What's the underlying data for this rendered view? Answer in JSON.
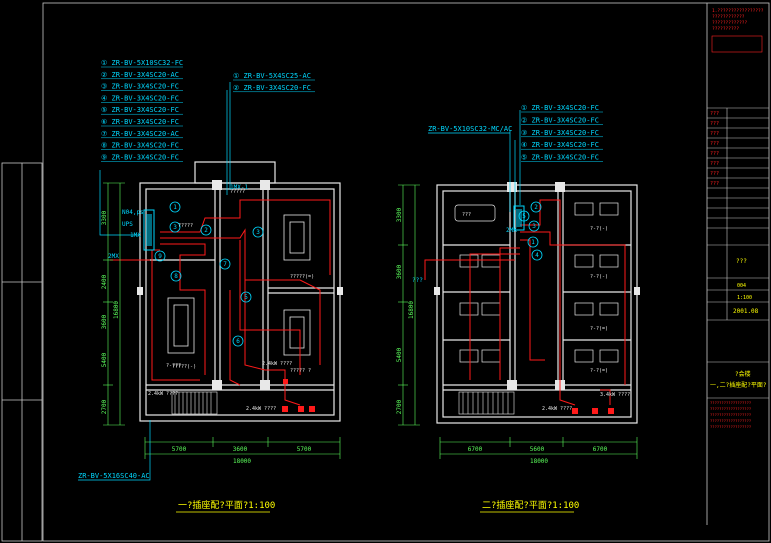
{
  "colors": {
    "background": "#000000",
    "wall": "#e8e8e8",
    "cable_label": "#00d8ff",
    "power_line": "#ff1a1a",
    "dimension": "#5cff5c",
    "frame": "#c8c8c8",
    "title_red": "#ff2020",
    "title_yellow": "#ffff00"
  },
  "plan1": {
    "title": "一?插座配?平面?1:100",
    "cables": [
      {
        "no": "①",
        "spec": "ZR-BV-5X10SC32-FC"
      },
      {
        "no": "②",
        "spec": "ZR-BV-3X4SC20-AC"
      },
      {
        "no": "③",
        "spec": "ZR-BV-3X4SC20-FC"
      },
      {
        "no": "④",
        "spec": "ZR-BV-3X4SC20-FC"
      },
      {
        "no": "⑤",
        "spec": "ZR-BV-3X4SC20-FC"
      },
      {
        "no": "⑥",
        "spec": "ZR-BV-3X4SC20-FC"
      },
      {
        "no": "⑦",
        "spec": "ZR-BV-3X4SC20-AC"
      },
      {
        "no": "⑧",
        "spec": "ZR-BV-3X4SC20-FC"
      },
      {
        "no": "⑨",
        "spec": "ZR-BV-3X4SC20-FC"
      }
    ],
    "cables_right": [
      {
        "no": "①",
        "spec": "ZR-BV-5X4SC25-AC"
      },
      {
        "no": "②",
        "spec": "ZR-BV-3X4SC20-FC"
      }
    ],
    "incoming": "ZR-BV-5X16SC40-AC",
    "panel_labels": [
      "N04,ps",
      "UPS",
      "1MX",
      "2MX",
      "1MX-1"
    ],
    "room_labels": [
      "?????(-)",
      "?????(=)",
      "????? ?",
      "?????",
      "?????"
    ],
    "callouts": [
      "?",
      "?",
      "?"
    ],
    "dims_bottom": [
      "5700",
      "3600",
      "5700"
    ],
    "dim_total": "18000",
    "dims_left": [
      "3300",
      "2400",
      "16800",
      "3600",
      "5400",
      "2700"
    ],
    "misc_labels": [
      "2.4kW ????",
      "2.4kW ????",
      "2.4kW ????",
      "?-???"
    ]
  },
  "plan2": {
    "title": "二?插座配?平面?1:100",
    "cables": [
      {
        "no": "①",
        "spec": "ZR-BV-3X4SC20-FC"
      },
      {
        "no": "②",
        "spec": "ZR-BV-3X4SC20-FC"
      },
      {
        "no": "③",
        "spec": "ZR-BV-3X4SC20-FC"
      },
      {
        "no": "④",
        "spec": "ZR-BV-3X4SC20-FC"
      },
      {
        "no": "⑤",
        "spec": "ZR-BV-3X4SC20-FC"
      }
    ],
    "incoming": "ZR-BV-5X10SC32-MC/AC",
    "panel_labels": [
      "2MX",
      "???"
    ],
    "room_labels": [
      "?-?(-)",
      "?-?(-)",
      "?-?(=)",
      "?-?(=)",
      "???"
    ],
    "dims_bottom": [
      "6700",
      "5600",
      "6700"
    ],
    "dim_total": "18000",
    "dims_left": [
      "3300",
      "16800",
      "3600",
      "5400",
      "2700"
    ],
    "misc_labels": [
      "2.4kW ????",
      "3.4kW ????"
    ]
  },
  "titleblock": {
    "top_notes": [
      "1.?????????????????",
      "????????????",
      "?????????????",
      "??????????"
    ],
    "rows": [
      "???",
      "???",
      "???",
      "???",
      "???",
      "???",
      "???",
      "???"
    ],
    "name_label": "???",
    "code": "004",
    "scale": "1:100",
    "date": "2001.08",
    "drawing_title_1": "?会楼",
    "drawing_title_2": "一,二?插座配?平面?",
    "notes_red": [
      "??????????????????",
      "??????????????????",
      "??????????????????",
      "??????????????????",
      "??????????????????"
    ]
  }
}
